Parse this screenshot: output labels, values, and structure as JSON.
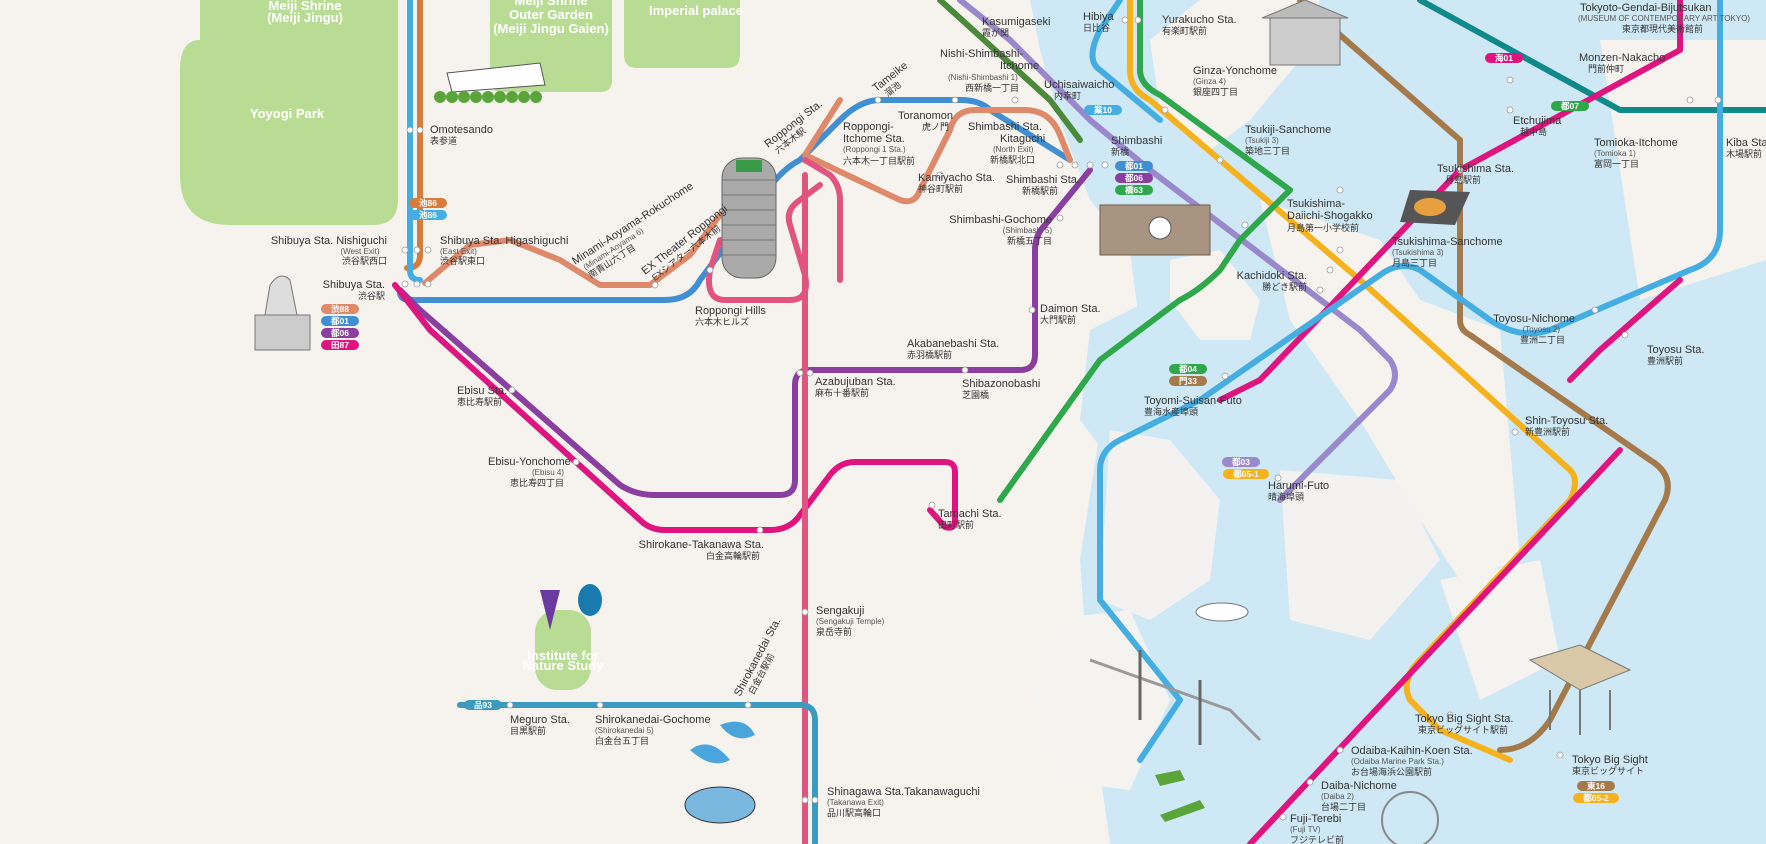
{
  "colors": {
    "background": "#f6f3ef",
    "water": "#cfe8f5",
    "park": "#b9dc94",
    "line_orange": "#d97b3a",
    "line_sky": "#44aee3",
    "line_blue": "#3f8fd2",
    "line_purple": "#8a3fa0",
    "line_magenta": "#e0147f",
    "line_pink": "#e0547f",
    "line_salmon": "#de8a6a",
    "line_teal": "#0e8a8a",
    "line_green": "#2ea84a",
    "line_yellow": "#f5b21c",
    "line_brown": "#a57a4a",
    "line_lavender": "#9a88cc",
    "line_olive": "#4a8a3a",
    "line_steel": "#3b9abf"
  },
  "parks": {
    "meiji_shrine": "Meiji Shrine\n(Meiji Jingu)",
    "outer_garden": "Meiji Shrine\nOuter Garden\n(Meiji Jingu Gaien)",
    "imperial_palace": "Imperial palace",
    "yoyogi": "Yoyogi Park",
    "institute": "Institute for\nNature Study"
  },
  "stations": {
    "omotesando": {
      "en": "Omotesando",
      "jp": "表参道"
    },
    "shibuya_nishiguchi": {
      "en": "Shibuya Sta. Nishiguchi",
      "sub": "(West Exit)",
      "jp": "渋谷駅西口"
    },
    "shibuya_higashiguchi": {
      "en": "Shibuya Sta. Higashiguchi",
      "sub": "(East Exit)",
      "jp": "渋谷駅東口"
    },
    "shibuya": {
      "en": "Shibuya Sta.",
      "jp": "渋谷駅"
    },
    "minami_aoyama": {
      "en": "Minami-Aoyama-Rokuchome",
      "sub": "(Minami-Aoyama 6)",
      "jp": "南青山六丁目"
    },
    "ex_theater": {
      "en": "EX Theater Roppongi",
      "jp": "EXシアター六本木前"
    },
    "roppongi_sta": {
      "en": "Roppongi Sta.",
      "jp": "六本木駅"
    },
    "tameike": {
      "en": "Tameike",
      "jp": "溜池"
    },
    "roppongi_itchome": {
      "en": "Roppongi-\nItchome Sta.",
      "sub": "(Roppongi 1 Sta.)",
      "jp": "六本木一丁目駅前"
    },
    "toranomon": {
      "en": "Toranomon",
      "jp": "虎ノ門"
    },
    "kamiyacho": {
      "en": "Kamiyacho Sta.",
      "jp": "神谷町駅前"
    },
    "roppongi_hills": {
      "en": "Roppongi Hills",
      "jp": "六本木ヒルズ"
    },
    "kasumigaseki": {
      "en": "Kasumigaseki",
      "jp": "霞が関"
    },
    "hibiya": {
      "en": "Hibiya",
      "jp": "日比谷"
    },
    "yurakucho": {
      "en": "Yurakucho Sta.",
      "jp": "有楽町駅前"
    },
    "nishi_shimbashi": {
      "en": "Nishi-Shimbashi-\nItchome",
      "sub": "(Nishi-Shimbashi 1)",
      "jp": "西新橋一丁目"
    },
    "uchisaiwaicho": {
      "en": "Uchisaiwaicho",
      "jp": "内幸町"
    },
    "shimbashi_kitaguchi": {
      "en": "Shimbashi Sta.\nKitaguchi",
      "sub": "(North Exit)",
      "jp": "新橋駅北口"
    },
    "shimbashi": {
      "en": "Shimbashi",
      "jp": "新橋"
    },
    "shimbashi_sta": {
      "en": "Shimbashi Sta.",
      "jp": "新橋駅前"
    },
    "shimbashi_gochome": {
      "en": "Shimbashi-Gochome",
      "sub": "(Shimbashi 5)",
      "jp": "新橋五丁目"
    },
    "ginza_yonchome": {
      "en": "Ginza-Yonchome",
      "sub": "(Ginza 4)",
      "jp": "銀座四丁目"
    },
    "tsukiji_sanchome": {
      "en": "Tsukiji-Sanchome",
      "sub": "(Tsukiji 3)",
      "jp": "築地三丁目"
    },
    "tokyo_gendai": {
      "en": "Tokyoto-Gendai-Bijutsukan",
      "sub": "(MUSEUM OF CONTEMPORARY ART TOKYO)",
      "jp": "東京都現代美術館前"
    },
    "monzen_nakacho": {
      "en": "Monzen-Nakacho",
      "jp": "門前仲町"
    },
    "etchujima": {
      "en": "Etchujima",
      "jp": "越中島"
    },
    "tomioka": {
      "en": "Tomioka-Itchome",
      "sub": "(Tomioka 1)",
      "jp": "富岡一丁目"
    },
    "kiba": {
      "en": "Kiba Sta.",
      "jp": "木場駅前"
    },
    "tsukishima_sta": {
      "en": "Tsukishima Sta.",
      "jp": "月島駅前"
    },
    "tsukishima_daiichi": {
      "en": "Tsukishima-\nDaiichi-Shogakko",
      "jp": "月島第一小学校前"
    },
    "tsukishima_sanchome": {
      "en": "Tsukishima-Sanchome",
      "sub": "(Tsukishima 3)",
      "jp": "月島三丁目"
    },
    "kachidoki": {
      "en": "Kachidoki Sta.",
      "jp": "勝どき駅前"
    },
    "daimon": {
      "en": "Daimon Sta.",
      "jp": "大門駅前"
    },
    "akabanebashi": {
      "en": "Akabanebashi Sta.",
      "jp": "赤羽橋駅前"
    },
    "shibazonobashi": {
      "en": "Shibazonobashi",
      "jp": "芝園橋"
    },
    "azabujuban": {
      "en": "Azabujuban Sta.",
      "jp": "麻布十番駅前"
    },
    "ebisu": {
      "en": "Ebisu Sta.",
      "jp": "恵比寿駅前"
    },
    "ebisu_yonchome": {
      "en": "Ebisu-Yonchome",
      "sub": "(Ebisu 4)",
      "jp": "恵比寿四丁目"
    },
    "tamachi": {
      "en": "Tamachi Sta.",
      "jp": "田町駅前"
    },
    "shirokane_takanawa": {
      "en": "Shirokane-Takanawa Sta.",
      "jp": "白金高輪駅前"
    },
    "toyomi": {
      "en": "Toyomi-Suisan-Futo",
      "jp": "豊海水産埠頭"
    },
    "harumi": {
      "en": "Harumi-Futo",
      "jp": "晴海埠頭"
    },
    "toyosu_nichome": {
      "en": "Toyosu-Nichome",
      "sub": "(Toyosu 2)",
      "jp": "豊洲二丁目"
    },
    "toyosu": {
      "en": "Toyosu Sta.",
      "jp": "豊洲駅前"
    },
    "shin_toyosu": {
      "en": "Shin-Toyosu Sta.",
      "jp": "新豊洲駅前"
    },
    "sengakuji": {
      "en": "Sengakuji",
      "sub": "(Sengakuji Temple)",
      "jp": "泉岳寺前"
    },
    "shirokanedai_sta": {
      "en": "Shirokanedai Sta.",
      "jp": "白金台駅前"
    },
    "meguro": {
      "en": "Meguro Sta.",
      "jp": "目黒駅前"
    },
    "shirokanedai_gochome": {
      "en": "Shirokanedai-Gochome",
      "sub": "(Shirokanedai 5)",
      "jp": "白金台五丁目"
    },
    "shinagawa": {
      "en": "Shinagawa Sta.Takanawaguchi",
      "sub": "(Takanawa Exit)",
      "jp": "品川駅高輪口"
    },
    "tokyo_big_sight_sta": {
      "en": "Tokyo Big Sight Sta.",
      "jp": "東京ビッグサイト駅前"
    },
    "tokyo_big_sight": {
      "en": "Tokyo Big Sight",
      "jp": "東京ビッグサイト"
    },
    "odaiba_kaihin": {
      "en": "Odaiba-Kaihin-Koen Sta.",
      "sub": "(Odaiba Marine Park Sta.)",
      "jp": "お台場海浜公園駅前"
    },
    "daiba_nichome": {
      "en": "Daiba-Nichome",
      "sub": "(Daiba 2)",
      "jp": "台場二丁目"
    },
    "fuji_terebi": {
      "en": "Fuji-Terebi",
      "sub": "(Fuji TV)",
      "jp": "フジテレビ前"
    }
  },
  "badges": [
    {
      "text": "池86",
      "color": "#d97b3a"
    },
    {
      "text": "池86",
      "color": "#44aee3"
    },
    {
      "text": "渋88",
      "color": "#de8a6a"
    },
    {
      "text": "都01",
      "color": "#3f8fd2"
    },
    {
      "text": "都06",
      "color": "#8a3fa0"
    },
    {
      "text": "田87",
      "color": "#e0147f"
    },
    {
      "text": "業10",
      "color": "#44aee3"
    },
    {
      "text": "都01",
      "color": "#3f8fd2"
    },
    {
      "text": "都06",
      "color": "#8a3fa0"
    },
    {
      "text": "橋63",
      "color": "#2ea84a"
    },
    {
      "text": "海01",
      "color": "#e0147f"
    },
    {
      "text": "都07",
      "color": "#2ea84a"
    },
    {
      "text": "都04",
      "color": "#2ea84a"
    },
    {
      "text": "門33",
      "color": "#a57a4a"
    },
    {
      "text": "都03",
      "color": "#9a88cc"
    },
    {
      "text": "都05-1",
      "color": "#f5b21c"
    },
    {
      "text": "品93",
      "color": "#3b9abf"
    },
    {
      "text": "東16",
      "color": "#a57a4a"
    },
    {
      "text": "都05-2",
      "color": "#f5b21c"
    }
  ]
}
